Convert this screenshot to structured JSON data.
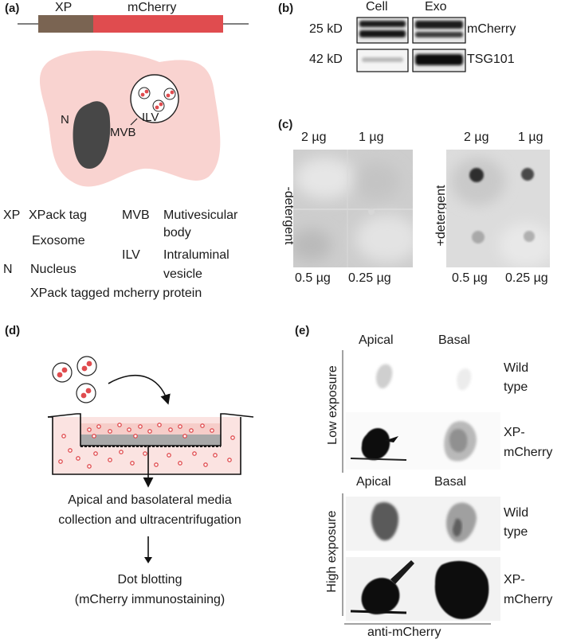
{
  "panel_a": {
    "letter": "(a)",
    "construct": {
      "xp": "XP",
      "mcherry": "mCherry"
    },
    "cell": {
      "nucleus": "N",
      "mvb": "MVB",
      "ilv": "ILV"
    },
    "legend": {
      "xp_abbr": "XP",
      "xp_text": "XPack tag",
      "exosome_text": "Exosome",
      "n_abbr": "N",
      "n_text": "Nucleus",
      "mvb_abbr": "MVB",
      "mvb_text1": "Mutivesicular",
      "mvb_text2": "body",
      "ilv_abbr": "ILV",
      "ilv_text1": "Intraluminal",
      "ilv_text2": "vesicle",
      "dot_text": "XPack tagged mcherry protein"
    }
  },
  "panel_b": {
    "letter": "(b)",
    "col_cell": "Cell",
    "col_exo": "Exo",
    "row1_size": "25 kD",
    "row1_name": "mCherry",
    "row2_size": "42 kD",
    "row2_name": "TSG101"
  },
  "panel_c": {
    "letter": "(c)",
    "left": {
      "top_left": "2 µg",
      "top_right": "1 µg",
      "bottom_left": "0.5 µg",
      "bottom_right": "0.25 µg",
      "side": "-detergent"
    },
    "right": {
      "top_left": "2 µg",
      "top_right": "1 µg",
      "bottom_left": "0.5 µg",
      "bottom_right": "0.25 µg",
      "side": "+detergent"
    }
  },
  "panel_d": {
    "letter": "(d)",
    "step1_line1": "Apical and basolateral media",
    "step1_line2": "collection and ultracentrifugation",
    "step2_line1": "Dot blotting",
    "step2_line2": "(mCherry immunostaining)"
  },
  "panel_e": {
    "letter": "(e)",
    "low": {
      "apical": "Apical",
      "basal": "Basal",
      "side": "Low exposure",
      "wt1": "Wild",
      "wt2": "type",
      "xp1": "XP-",
      "xp2": "mCherry"
    },
    "high": {
      "apical": "Apical",
      "basal": "Basal",
      "side": "High exposure",
      "wt1": "Wild",
      "wt2": "type",
      "xp1": "XP-",
      "xp2": "mCherry"
    },
    "footer": "anti-mCherry"
  },
  "colors": {
    "xp_brown": "#7a6452",
    "mcherry_red": "#e04c4f",
    "cell_pink": "#f9d3d0",
    "nucleus": "#474747",
    "dot_red": "#e04c4f"
  }
}
